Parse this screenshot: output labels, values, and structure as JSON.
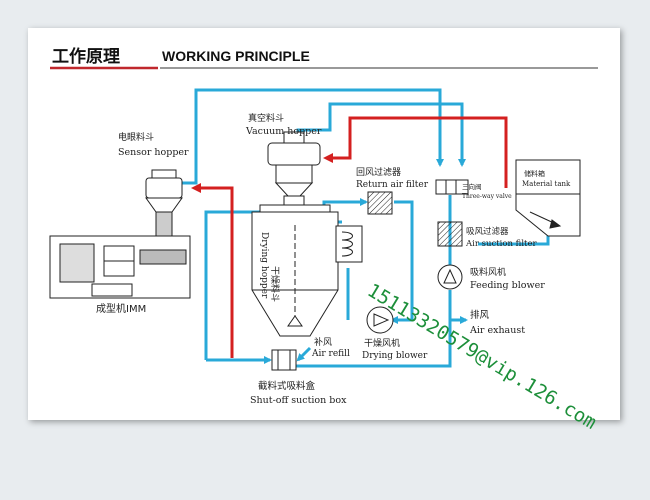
{
  "title": {
    "zh": "工作原理",
    "en": "WORKING PRINCIPLE"
  },
  "labels": {
    "sensor_hopper": {
      "zh": "电眼料斗",
      "en": "Sensor hopper"
    },
    "vacuum_hopper": {
      "zh": "真空料斗",
      "en": "Vacuum hopper"
    },
    "return_air_filter": {
      "zh": "回风过滤器",
      "en": "Return air filter"
    },
    "three_way_valve": {
      "zh": "三向阀",
      "en": "Three-way valve"
    },
    "material_tank": {
      "zh": "储料箱",
      "en": "Material tank"
    },
    "air_suction_filter": {
      "zh": "吸风过滤器",
      "en": "Air suction filter"
    },
    "feeding_blower": {
      "zh": "吸料风机",
      "en": "Feeding blower"
    },
    "air_exhaust": {
      "zh": "排风",
      "en": "Air exhaust"
    },
    "drying_hopper": {
      "zh": "干燥料斗",
      "en": "Drying hopper"
    },
    "air_refill": {
      "zh": "补风",
      "en": "Air refill"
    },
    "drying_blower": {
      "zh": "干燥风机",
      "en": "Drying blower"
    },
    "shutoff_box": {
      "zh": "截料式吸料盒",
      "en": "Shut-off suction box"
    },
    "imm": {
      "zh": "成型机IMM"
    }
  },
  "watermark": "15113320579@vip.126.com",
  "colors": {
    "air_line": "#29a9d8",
    "material_line": "#d42020",
    "outline": "#222222",
    "title_rule": "#c0282d",
    "watermark": "#1d8f3a"
  }
}
